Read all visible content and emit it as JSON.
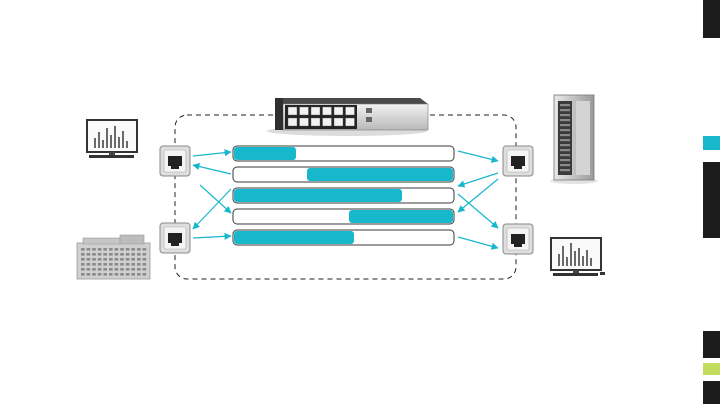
{
  "colors": {
    "accent": "#17b8cc",
    "lime": "#c4dc5c",
    "dark": "#1c1c1c",
    "frame": "#222222",
    "bar_outline": "#3a3a3a"
  },
  "icons": {
    "left_top": "monitor-icon",
    "left_bottom": "building-icon",
    "center_top": "network-switch-icon",
    "right_top": "server-tower-icon",
    "right_bottom": "monitor-icon",
    "jack": "ethernet-jack-icon"
  },
  "bars": [
    {
      "fill": 0.29,
      "from": "left"
    },
    {
      "fill": 0.67,
      "from": "right"
    },
    {
      "fill": 0.77,
      "from": "left"
    },
    {
      "fill": 0.48,
      "from": "right"
    },
    {
      "fill": 0.55,
      "from": "left"
    }
  ],
  "sidebar": {
    "tabs": [
      {
        "color": "#1c1c1c"
      },
      {
        "color": "#17b8cc"
      },
      {
        "color": "#1c1c1c"
      },
      {
        "color": "#1c1c1c"
      },
      {
        "color": "#c4dc5c"
      },
      {
        "color": "#1c1c1c"
      }
    ]
  }
}
